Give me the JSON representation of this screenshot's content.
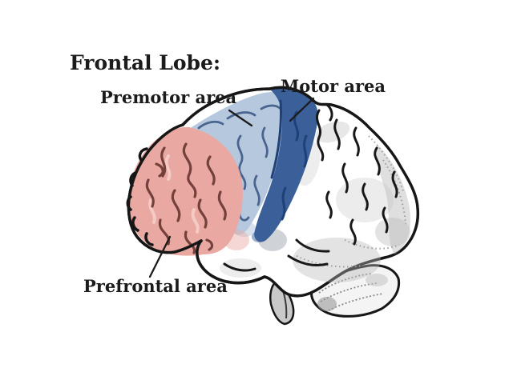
{
  "diagram": {
    "title": "Frontal Lobe:",
    "subject": "human-brain-lateral-view",
    "labels": {
      "premotor": {
        "text": "Premotor area",
        "region_color": "#b6c8dd"
      },
      "motor": {
        "text": "Motor area",
        "region_color": "#3a5f99"
      },
      "prefrontal": {
        "text": "Prefrontal area",
        "region_color": "#e9a8a1"
      }
    },
    "colors": {
      "background": "#ffffff",
      "outline": "#1b1b1b",
      "text": "#1b1b1b",
      "prefrontal_fill": "#e9a8a1",
      "prefrontal_line": "#74403b",
      "premotor_fill": "#b6c8dd",
      "premotor_line": "#49648f",
      "motor_fill": "#3a5f99",
      "motor_line": "#1e4178",
      "shading_gray": "#b9b9b9"
    }
  }
}
